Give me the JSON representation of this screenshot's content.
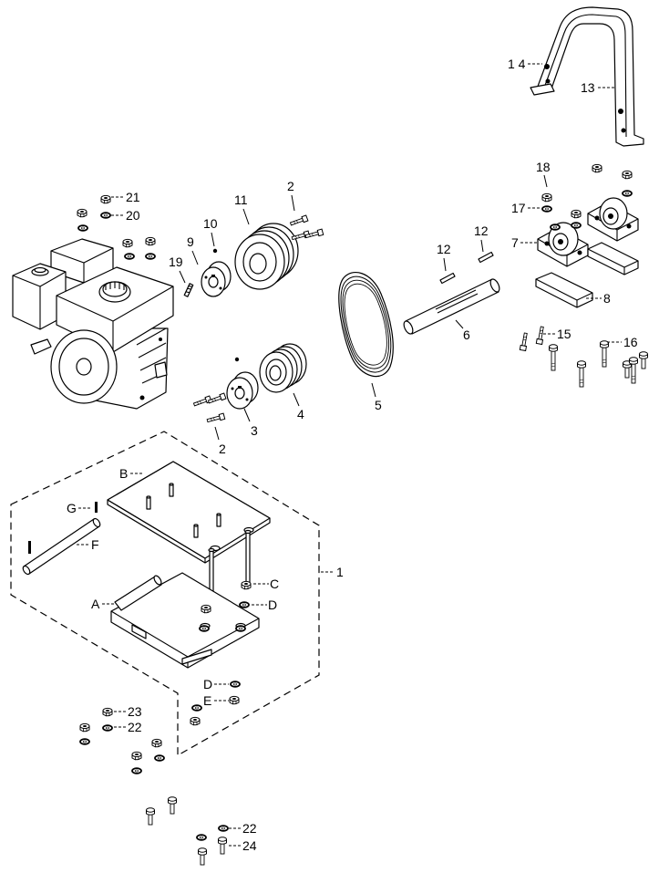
{
  "callouts": {
    "guard_bolt": "1 4",
    "belt_guard": "13",
    "bearing_nut": "18",
    "bearing_washer": "17",
    "pillow_block_bearing": "7",
    "spacer_plate": "8",
    "key_left": "12",
    "key_right": "12",
    "jackshaft": "6",
    "short_bolt": "15",
    "long_bolt": "16",
    "v_belt": "5",
    "engine_nut": "21",
    "engine_washer": "20",
    "large_pulley": "11",
    "hub_dot": "10",
    "upper_hub": "9",
    "set_screw": "19",
    "hub_screws_upper": "2",
    "small_pulley": "4",
    "lower_hub": "3",
    "hub_screws_lower": "2",
    "base_plate_b": "B",
    "pin_g": "G",
    "rod_f": "F",
    "base_assembly": "1",
    "nut_c": "C",
    "washer_d_upper": "D",
    "base_plate_a": "A",
    "washer_d_lower": "D",
    "nut_e": "E",
    "mount_nut": "23",
    "mount_washer_upper": "22",
    "mount_washer_lower": "22",
    "mount_bolt": "24"
  }
}
